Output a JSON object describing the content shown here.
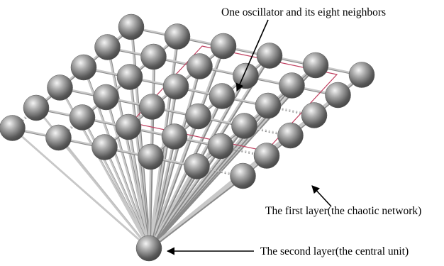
{
  "annotations": {
    "oscillator_label": "One oscillator and its eight neighbors",
    "first_layer_label": "The first layer(the chaotic network)",
    "second_layer_label": "The second layer(the central unit)"
  },
  "colors": {
    "rod": "#c8c8c8",
    "rod_shadow": "#8a8a8a",
    "highlight_box": "#c04060",
    "arrow": "#000000",
    "sphere_dark": "#404040",
    "sphere_light": "#f4f4f4"
  },
  "network": {
    "rows": 6,
    "cols": 6,
    "central_units": 1,
    "highlighted_oscillator": {
      "row": 2,
      "col": 3
    }
  }
}
